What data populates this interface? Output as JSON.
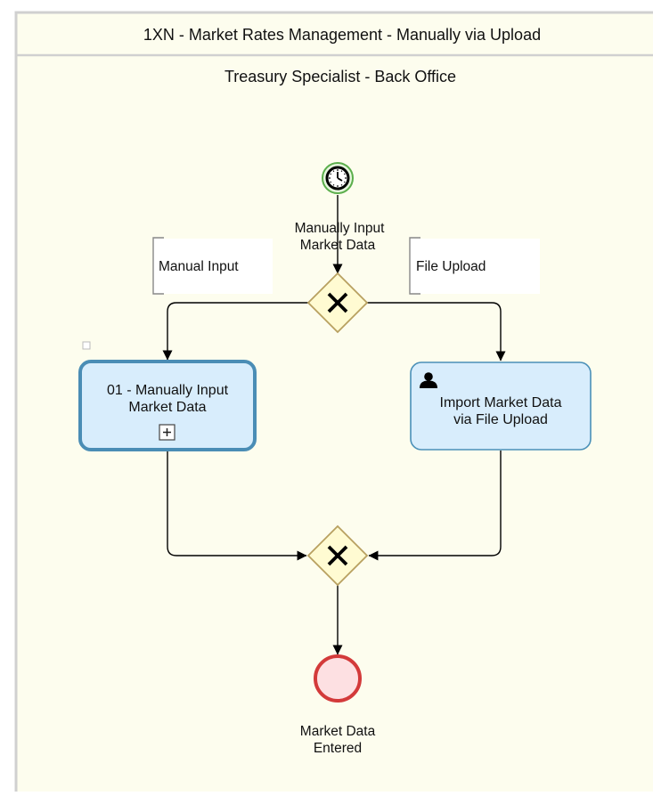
{
  "pool": {
    "title": "1XN - Market Rates Management - Manually via Upload"
  },
  "lane": {
    "title": "Treasury Specialist - Back Office"
  },
  "start_event": {
    "label_line1": "Manually Input",
    "label_line2": "Market Data",
    "icon": "clock-icon",
    "stroke_color": "#5BAE4B",
    "fill_color": "#E6F6DD"
  },
  "annotations": {
    "manual": "Manual Input",
    "upload": "File Upload"
  },
  "split_gateway": {
    "type": "exclusive",
    "icon": "x-icon"
  },
  "tasks": {
    "manual": {
      "line1": "01 - Manually Input",
      "line2": "Market Data",
      "marker": "subprocess-plus-icon"
    },
    "upload": {
      "line1": "Import Market Data",
      "line2": "via File Upload",
      "icon": "user-icon"
    }
  },
  "join_gateway": {
    "type": "exclusive",
    "icon": "x-icon"
  },
  "end_event": {
    "label_line1": "Market Data",
    "label_line2": "Entered",
    "stroke_color": "#D33A3A",
    "fill_color": "#FDE0E2"
  },
  "colors": {
    "pool_background": "#FDFDEE",
    "pool_border": "#D0D0D0",
    "task_fill": "#D8EDFC",
    "task_selected_border": "#4A8DB5",
    "task_border": "#4A90B8",
    "gateway_fill": "#FFFBD2",
    "gateway_border": "#B8A060"
  }
}
